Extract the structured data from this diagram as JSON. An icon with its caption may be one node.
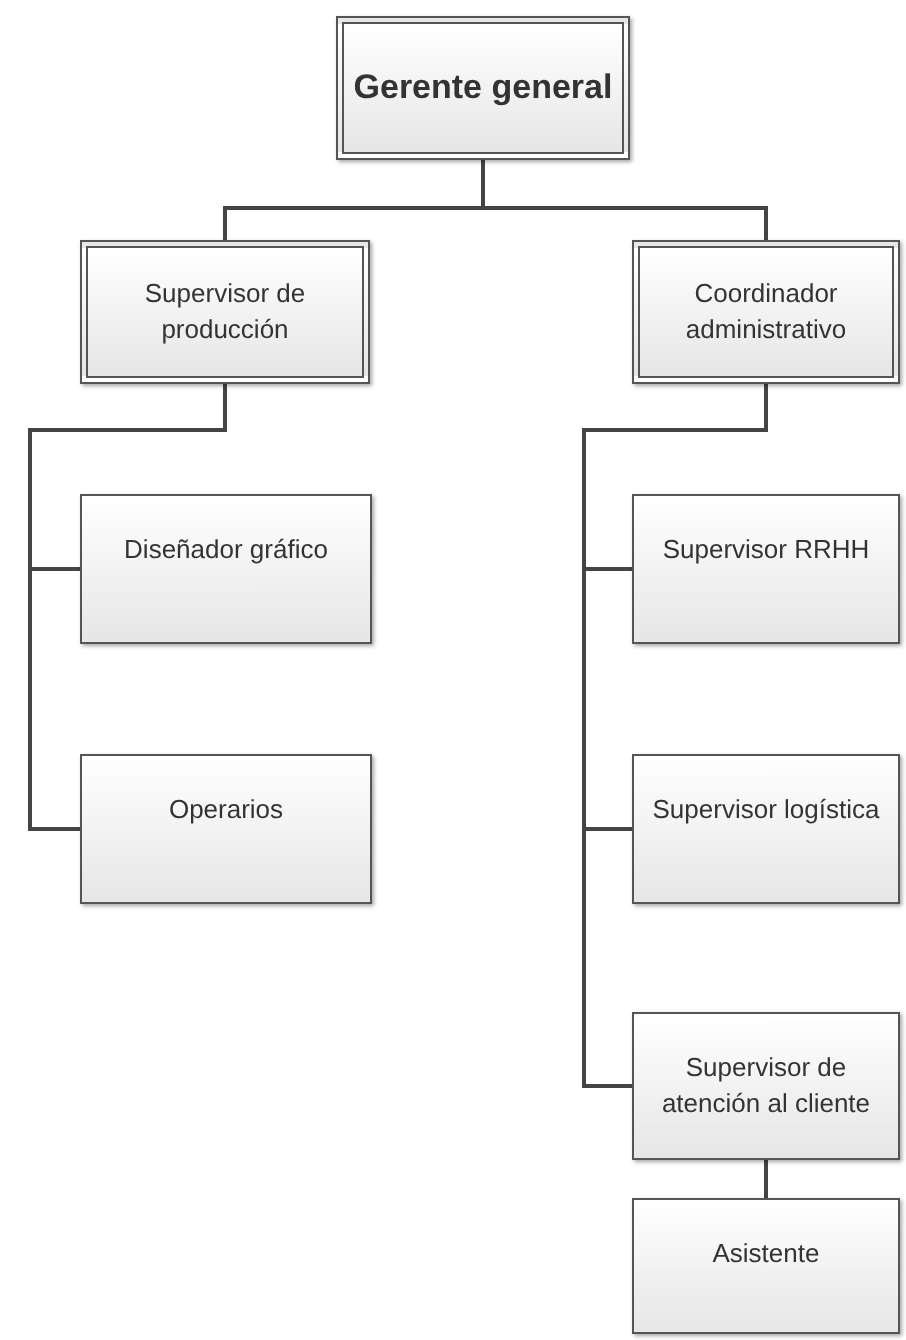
{
  "diagram": {
    "nodes": [
      {
        "text": [
          "Gerente general"
        ]
      },
      {
        "text": [
          "Supervisor de producción"
        ]
      },
      {
        "text": [
          "Coordinador administrativo"
        ]
      },
      {
        "text": [
          "Diseñador gráfico"
        ]
      },
      {
        "text": [
          "Operarios"
        ]
      },
      {
        "text": [
          "Supervisor RRHH"
        ]
      },
      {
        "text": [
          "Supervisor logística"
        ]
      },
      {
        "text": [
          "Supervisor de atención al cliente"
        ]
      },
      {
        "text": [
          "Asistente"
        ]
      }
    ],
    "edges": [
      {
        "from": 0,
        "to": 1,
        "arrow": "none"
      },
      {
        "from": 0,
        "to": 2,
        "arrow": "none"
      },
      {
        "from": 1,
        "to": 3,
        "arrow": "none"
      },
      {
        "from": 1,
        "to": 4,
        "arrow": "none"
      },
      {
        "from": 2,
        "to": 5,
        "arrow": "none"
      },
      {
        "from": 2,
        "to": 6,
        "arrow": "none"
      },
      {
        "from": 2,
        "to": 7,
        "arrow": "none"
      },
      {
        "from": 7,
        "to": 8,
        "arrow": "none"
      }
    ]
  }
}
